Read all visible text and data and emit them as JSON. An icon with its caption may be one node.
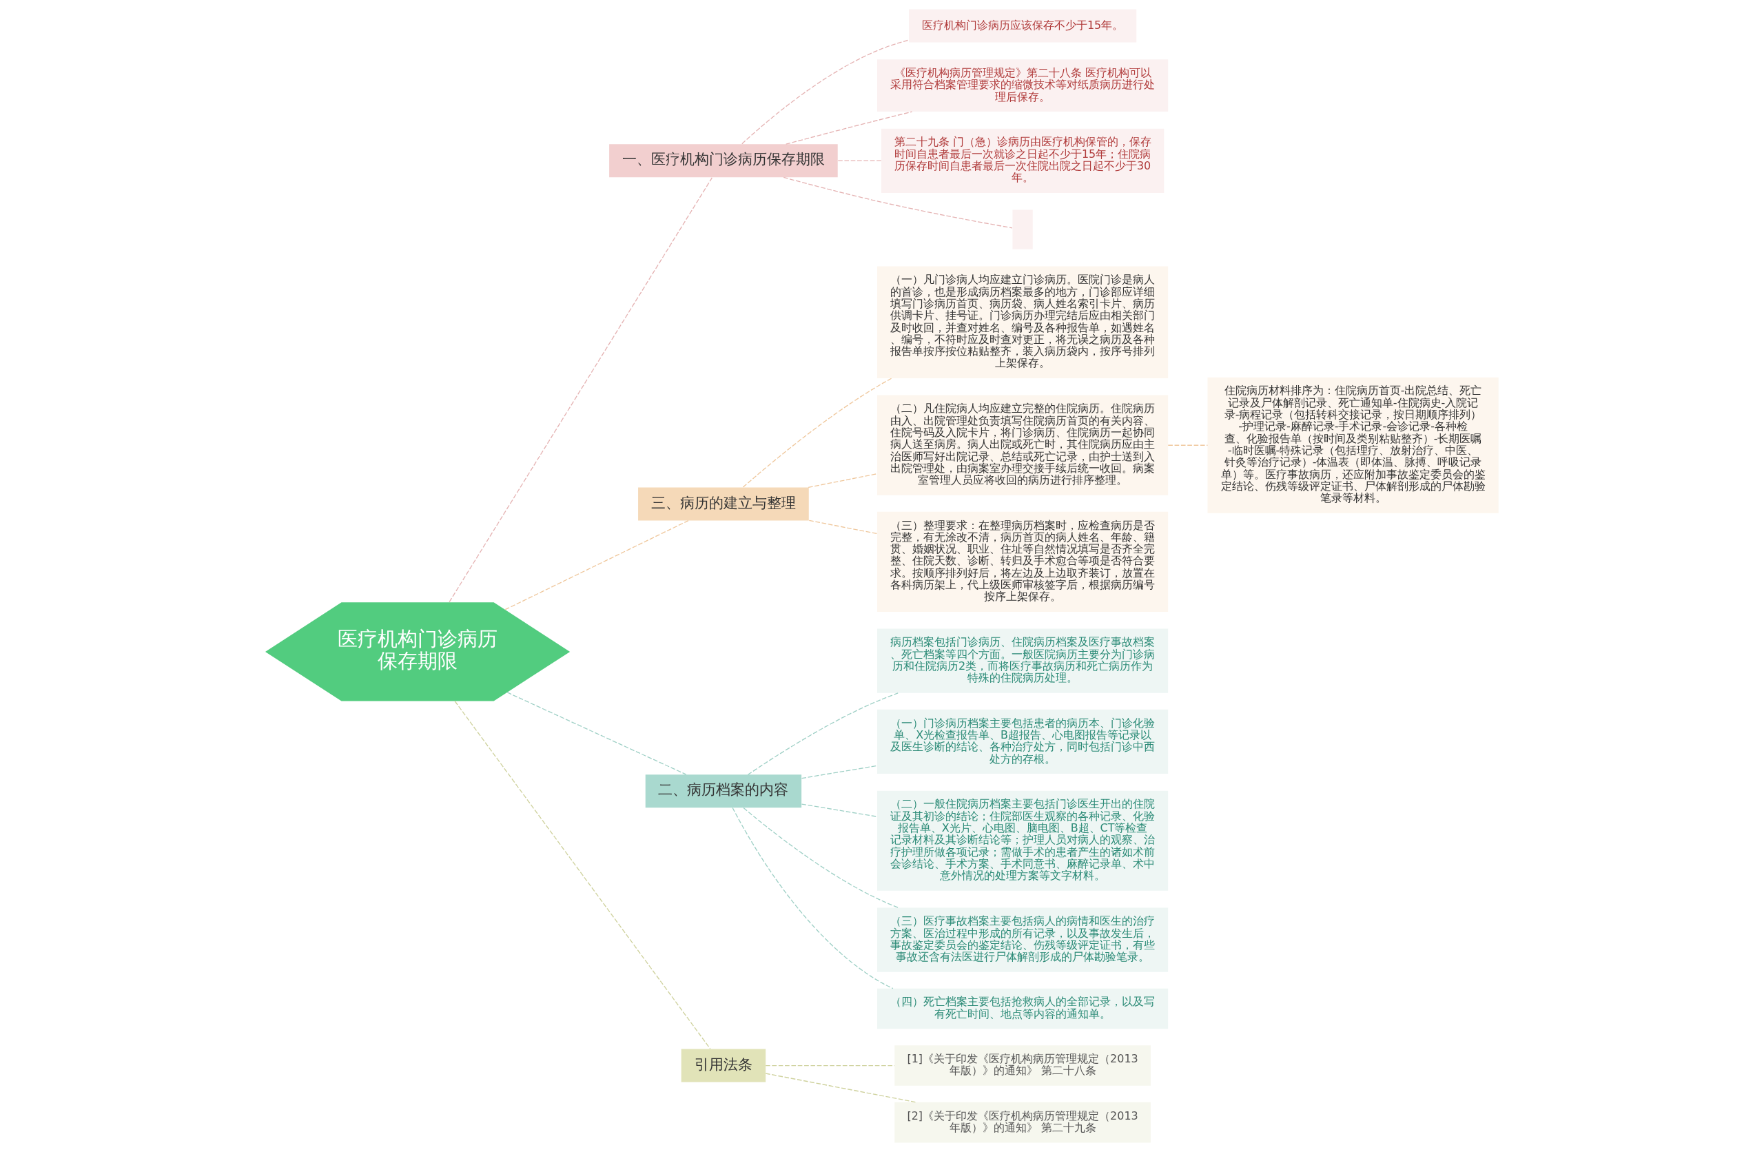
{
  "diagram": {
    "nodes": [
      {
        "text": [
          "医疗机构门诊病历保存期限"
        ]
      },
      {
        "text": [
          "一、医疗机构门诊病历保存期限"
        ]
      },
      {
        "text": [
          "医疗机构门诊病历应该保存不少于15年。"
        ]
      },
      {
        "text": [
          "《医疗机构病历管理规定》第二十八条 医疗机构可以采用符合档案管理要求的缩微技术等对纸质病历进行处理后保存。"
        ]
      },
      {
        "text": [
          "第二十九条 门（急）诊病历由医疗机构保管的，保存时间自患者最后一次就诊之日起不少于15年；住院病历保存时间自患者最后一次住院出院之日起不少于30年。"
        ]
      },
      {
        "text": [],
        "shape": "box"
      },
      {
        "text": [
          "三、病历的建立与整理"
        ]
      },
      {
        "text": [
          "（一）凡门诊病人均应建立门诊病历。医院门诊是病人的首诊，也是形成病历档案最多的地方，门诊部应详细填写门诊病历首页、病历袋、病人姓名索引卡片、病历供调卡片、挂号证。门诊病历办理完结后应由相关部门及时收回，并查对姓名、编号及各种报告单，如遇姓名、编号，不符时应及时查对更正，将无误之病历及各种报告单按序按位粘贴整齐，装入病历袋内，按序号排列上架保存。"
        ]
      },
      {
        "text": [
          "（二）凡住院病人均应建立完整的住院病历。住院病历由入、出院管理处负责填写住院病历首页的有关内容、住院号码及入院卡片，将门诊病历、住院病历一起协同病人送至病房。病人出院或死亡时，其住院病历应由主治医师写好出院记录、总结或死亡记录，由护士送到入出院管理处，由病案室办理交接手续后统一收回。病案室管理人员应将收回的病历进行排序整理。"
        ]
      },
      {
        "text": [
          "住院病历材料排序为：住院病历首页-出院总结、死亡记录及尸体解剖记录、死亡通知单-住院病史-入院记录-病程记录（包括转科交接记录，按日期顺序排列）-护理记录-麻醉记录-手术记录-会诊记录-各种检查、化验报告单（按时间及类别粘贴整齐）-长期医嘱-临时医嘱-特殊记录（包括理疗、放射治疗、中医、针灸等治疗记录）-体温表（即体温、脉搏、呼吸记录单）等。医疗事故病历，还应附加事故鉴定委员会的鉴定结论、伤残等级评定证书、尸体解剖形成的尸体勘验笔录等材料。"
        ]
      },
      {
        "text": [
          "（三）整理要求：在整理病历档案时，应检查病历是否完整，有无涂改不清，病历首页的病人姓名、年龄、籍贯、婚姻状况、职业、住址等自然情况填写是否齐全完整、住院天数、诊断、转归及手术愈合等项是否符合要求。按顺序排列好后，将左边及上边取齐装订，放置在各科病历架上，代上级医师审核签字后，根据病历编号按序上架保存。"
        ]
      },
      {
        "text": [
          "二、病历档案的内容"
        ]
      },
      {
        "text": [
          "病历档案包括门诊病历、住院病历档案及医疗事故档案、死亡档案等四个方面。一般医院病历主要分为门诊病历和住院病历2类，而将医疗事故病历和死亡病历作为特殊的住院病历处理。"
        ]
      },
      {
        "text": [
          "（一）门诊病历档案主要包括患者的病历本、门诊化验单、X光检查报告单、B超报告、心电图报告等记录以及医生诊断的结论、各种治疗处方，同时包括门诊中西处方的存根。"
        ]
      },
      {
        "text": [
          "（二）一般住院病历档案主要包括门诊医生开出的住院证及其初诊的结论；住院部医生观察的各种记录、化验报告单、X光片、心电图、脑电图、B超、CT等检查记录材料及其诊断结论等；护理人员对病人的观察、治疗护理所做各项记录；需做手术的患者产生的诸如术前会诊结论、手术方案、手术同意书、麻醉记录单、术中意外情况的处理方案等文字材料。"
        ]
      },
      {
        "text": [
          "（三）医疗事故档案主要包括病人的病情和医生的治疗方案、医治过程中形成的所有记录，以及事故发生后，事故鉴定委员会的鉴定结论、伤残等级评定证书，有些事故还含有法医进行尸体解剖形成的尸体勘验笔录。"
        ]
      },
      {
        "text": [
          "（四）死亡档案主要包括抢救病人的全部记录，以及写有死亡时间、地点等内容的通知单。"
        ]
      },
      {
        "text": [
          "引用法条"
        ]
      },
      {
        "text": [
          "[1]《关于印发《医疗机构病历管理规定（2013年版）》的通知》 第二十八条"
        ]
      },
      {
        "text": [
          "[2]《关于印发《医疗机构病历管理规定（2013年版）》的通知》 第二十九条"
        ]
      }
    ],
    "edges": [
      {
        "from": 0,
        "to": 1,
        "arrow": "none",
        "style": "dashed",
        "color": "#e5b3b3"
      },
      {
        "from": 1,
        "to": 2,
        "arrow": "none",
        "style": "dashed",
        "color": "#e5b3b3"
      },
      {
        "from": 1,
        "to": 3,
        "arrow": "none",
        "style": "dashed",
        "color": "#e5b3b3"
      },
      {
        "from": 1,
        "to": 4,
        "arrow": "none",
        "style": "dashed",
        "color": "#e5b3b3"
      },
      {
        "from": 1,
        "to": 5,
        "arrow": "none",
        "style": "dashed",
        "color": "#e5b3b3"
      },
      {
        "from": 0,
        "to": 6,
        "arrow": "none",
        "style": "dashed",
        "color": "#efc79c"
      },
      {
        "from": 6,
        "to": 7,
        "arrow": "none",
        "style": "dashed",
        "color": "#efc79c"
      },
      {
        "from": 6,
        "to": 8,
        "arrow": "none",
        "style": "dashed",
        "color": "#efc79c"
      },
      {
        "from": 8,
        "to": 9,
        "arrow": "none",
        "style": "dashed",
        "color": "#efc79c"
      },
      {
        "from": 6,
        "to": 10,
        "arrow": "none",
        "style": "dashed",
        "color": "#efc79c"
      },
      {
        "from": 0,
        "to": 11,
        "arrow": "none",
        "style": "dashed",
        "color": "#9fd0c6"
      },
      {
        "from": 11,
        "to": 12,
        "arrow": "none",
        "style": "dashed",
        "color": "#9fd0c6"
      },
      {
        "from": 11,
        "to": 13,
        "arrow": "none",
        "style": "dashed",
        "color": "#9fd0c6"
      },
      {
        "from": 11,
        "to": 14,
        "arrow": "none",
        "style": "dashed",
        "color": "#9fd0c6"
      },
      {
        "from": 11,
        "to": 15,
        "arrow": "none",
        "style": "dashed",
        "color": "#9fd0c6"
      },
      {
        "from": 11,
        "to": 16,
        "arrow": "none",
        "style": "dashed",
        "color": "#9fd0c6"
      },
      {
        "from": 0,
        "to": 17,
        "arrow": "none",
        "style": "dashed",
        "color": "#cfd29e"
      },
      {
        "from": 17,
        "to": 18,
        "arrow": "none",
        "style": "dashed",
        "color": "#cfd29e"
      },
      {
        "from": 17,
        "to": 19,
        "arrow": "none",
        "style": "dashed",
        "color": "#cfd29e"
      }
    ]
  }
}
